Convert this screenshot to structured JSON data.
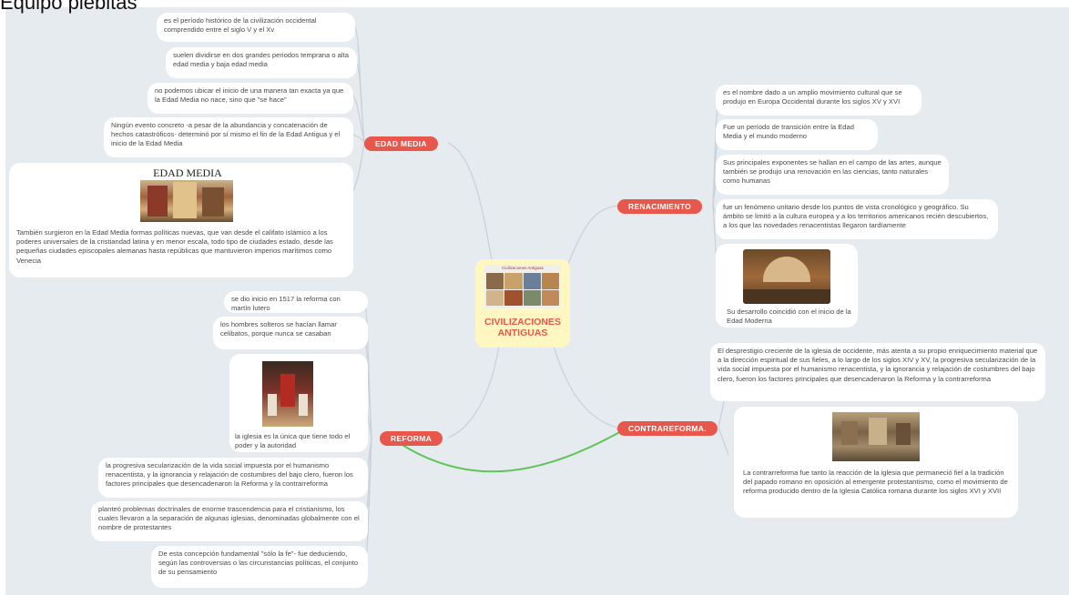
{
  "header": {
    "title": "Equipo  plebitas"
  },
  "center": {
    "image_caption": "Civilizaciones Antiguas",
    "title_line1": "CIVILIZACIONES",
    "title_line2": "ANTIGUAS"
  },
  "branches": {
    "edad_media": "EDAD MEDIA",
    "renacimiento": "RENACIMIENTO",
    "reforma": "REFORMA",
    "contrareforma": "CONTRAREFORMA."
  },
  "edad_media": {
    "n1": "es el período histórico de la civilización occidental comprendido entre el siglo V y el Xv",
    "n2": "suelen dividirse en dos grandes periodos temprana o alta edad media y baja edad media",
    "n3": "no podemos ubicar el inicio de una manera tan exacta ya que la Edad Media no nace, sino que \"se hace\"",
    "n4": "Ningún evento concreto -a pesar de la abundancia y concatenación de hechos catastróficos- determinó por sí mismo el fin de la Edad Antigua y el inicio de la Edad Media",
    "image_title": "EDAD MEDIA",
    "n5": "También surgieron en la Edad Media formas políticas nuevas, que van desde el califato islámico a los poderes universales de la cristiandad latina y en menor escala, todo tipo de ciudades estado, desde las pequeñas ciudades episcopales alemanas hasta repúblicas que mantuvieron imperios marítimos como Venecia"
  },
  "renacimiento": {
    "n1": "es el nombre dado a un amplio movimiento cultural que se produjo en Europa Occidental durante los siglos XV y XVI",
    "n2": "Fue un período de transición entre la Edad Media y el mundo moderno",
    "n3": "Sus principales exponentes se hallan en el campo de las artes, aunque también se produjo una renovación en las ciencias, tanto naturales como humanas",
    "n4": "fue un fenómeno unitario desde los puntos de vista cronológico y geográfico. Su ámbito se limitó a la cultura europea y a los territorios americanos recién descubiertos, a los que las novedades renacentistas llegaron tardíamente",
    "n5": "Su desarrollo coincidió con el inicio de la Edad Moderna"
  },
  "reforma": {
    "n1": "se dio inicio en 1517 la reforma con martín lutero",
    "n2": "los hombres solteros se hacían llamar celibatos, porque nunca se casaban",
    "n3": "la iglesia es la única que tiene todo el poder y la autoridad",
    "n4": "la progresiva secularización de la vida social impuesta por el humanismo renacentista, y la ignorancia y relajación de costumbres del bajo clero, fueron los factores principales que desencadenaron la Reforma y la contrarreforma",
    "n5": "planteó problemas doctrinales de enorme trascendencia para el cristianismo, los cuales llevaron a la separación de algunas iglesias, denominadas globalmente con el nombre de protestantes",
    "n6": "De esta concepción fundamental \"sólo la fe\"- fue deduciendo, según las controversias o las circunstancias políticas, el conjunto de su pensamiento"
  },
  "contrareforma": {
    "n1": "El desprestigio creciente de la iglesia de occidente, más atenta a su propio enriquecimiento material que a la dirección espiritual de sus fieles, a lo largo de los siglos XIV y XV, la progresiva secularización de la vida social impuesta por el humanismo renacentista, y la ignorancia y relajación de costumbres del bajo clero, fueron los factores principales que desencadenaron la Reforma y la contrarreforma",
    "n2": "La contrarreforma fue tanto la reacción de la iglesia que permaneció fiel a la tradición del papado romano en oposición al emergente protestantismo, como el movimiento de reforma producido dentro de la Iglesia Católica romana durante los siglos XVI y XVII"
  },
  "colors": {
    "branch": "#e8574c",
    "center_fill": "#fff7c2",
    "canvas": "#e6ebf0",
    "link": "#c9d2db",
    "relation_arrow": "#5fc456"
  }
}
